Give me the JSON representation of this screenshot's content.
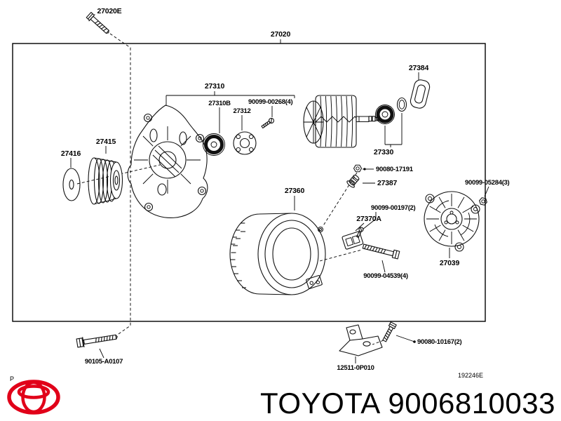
{
  "page": {
    "background": "#ffffff",
    "line_color": "#000000"
  },
  "footer": {
    "brand": "TOYOTA",
    "part_number": "9006810033",
    "logo_color": "#e10019"
  },
  "diagram": {
    "doc_code": "192246E",
    "page_mark": "P",
    "labels": {
      "bolt_front": "27020E",
      "alternator_assy": "27020",
      "bracket_assy_front": "27310",
      "bearing_front": "27310B",
      "retainer_bearing": "27312",
      "screw_set": "90099-00268(4)",
      "seal_cover": "27384",
      "rotor_assy": "27330",
      "pulley": "27415",
      "collar": "27416",
      "nut_terminal": "90080-17191",
      "insulator": "27387",
      "stator_assy": "27360",
      "screw_brush": "90099-00197(2)",
      "brush_holder": "27370A",
      "frame_rear": "27039",
      "nut_rear": "90099-05284(3)",
      "bolt_through": "90099-04539(4)",
      "bolt_mount": "90105-A0107",
      "bracket_adjusting": "12511-0P010",
      "bolt_bracket": "90080-10167(2)"
    }
  }
}
